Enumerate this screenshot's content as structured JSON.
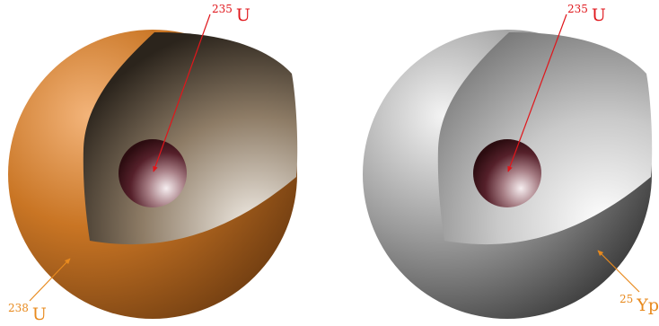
{
  "diagrams": [
    {
      "name": "left-sphere",
      "shell_material": "bronze",
      "inner_label": {
        "mass": "235",
        "symbol": "U",
        "color": "#e0161b"
      },
      "outer_label": {
        "mass": "238",
        "symbol": "U",
        "color": "#e88a1e"
      }
    },
    {
      "name": "right-sphere",
      "shell_material": "gray",
      "inner_label": {
        "mass": "235",
        "symbol": "U",
        "color": "#e0161b"
      },
      "outer_label": {
        "mass": "25",
        "symbol": "Yp",
        "color": "#e88a1e"
      }
    }
  ],
  "colors": {
    "bronze_light": "#f3b47a",
    "bronze_mid": "#c97524",
    "bronze_dark": "#6b3a10",
    "cavity_dark": "#2b241c",
    "cavity_light": "#f2ede6",
    "gray_light": "#f4f4f4",
    "gray_mid": "#9a9a9a",
    "gray_dark": "#333333",
    "core_light": "#f6eef0",
    "core_dark": "#2c0c10"
  }
}
